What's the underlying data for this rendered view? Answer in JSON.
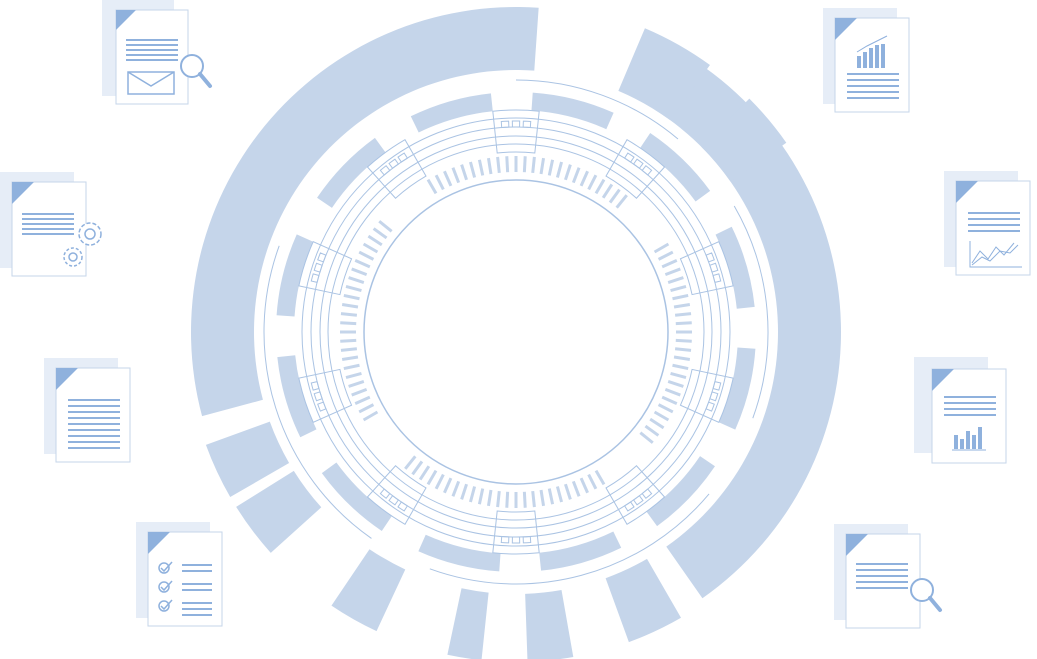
{
  "theme": {
    "primary": "#c5d5ea",
    "line": "#aac3e3",
    "ink": "#8fb1dd",
    "paper": "#ffffff",
    "paper_back": "#e6edf7"
  },
  "documents": [
    {
      "id": "email-search",
      "icon": "document-email-search-icon"
    },
    {
      "id": "settings",
      "icon": "document-gears-icon"
    },
    {
      "id": "text",
      "icon": "document-text-icon"
    },
    {
      "id": "checklist",
      "icon": "document-checklist-icon"
    },
    {
      "id": "bar-chart-top",
      "icon": "document-bar-chart-icon"
    },
    {
      "id": "line-chart",
      "icon": "document-line-chart-icon"
    },
    {
      "id": "bar-chart",
      "icon": "document-bar-chart-icon"
    },
    {
      "id": "search",
      "icon": "document-search-icon"
    }
  ]
}
